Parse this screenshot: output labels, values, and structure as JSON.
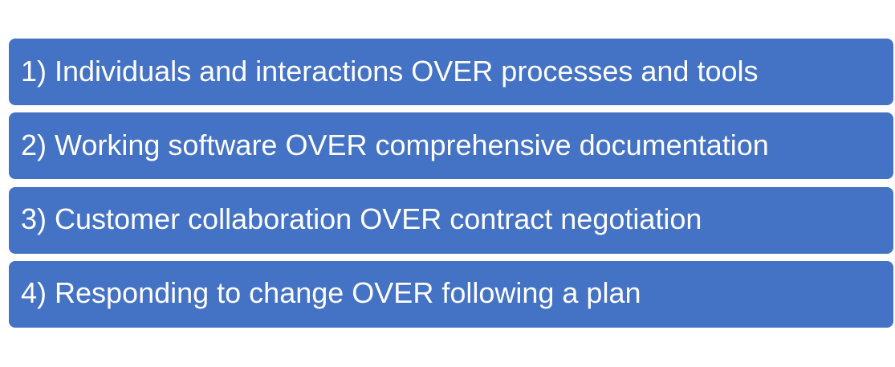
{
  "colors": {
    "item_fill": "#4472C4",
    "item_text": "#FFFFFF",
    "background": "#FFFFFF"
  },
  "items": [
    {
      "label": "1) Individuals and interactions OVER processes and tools"
    },
    {
      "label": "2) Working software OVER comprehensive documentation"
    },
    {
      "label": "3) Customer collaboration OVER contract negotiation"
    },
    {
      "label": "4) Responding to change OVER following a plan"
    }
  ]
}
